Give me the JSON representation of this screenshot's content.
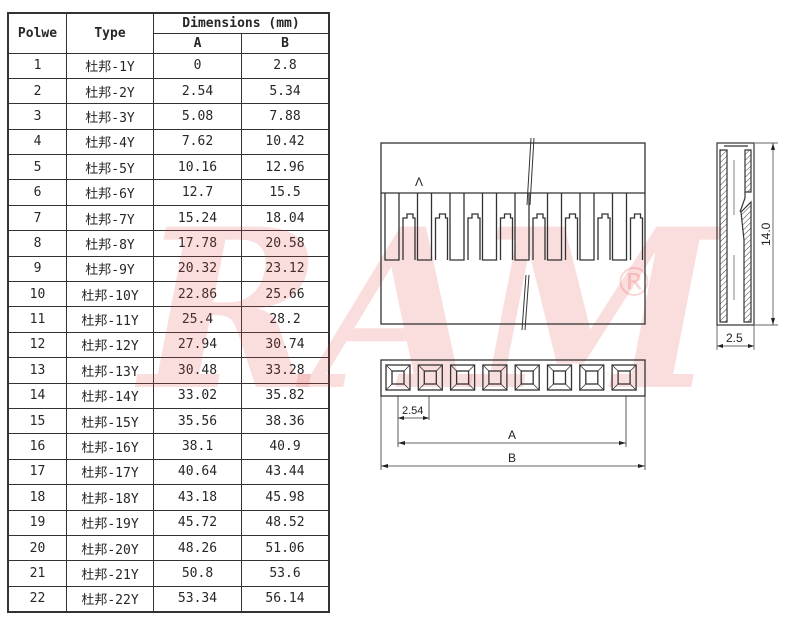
{
  "table": {
    "headers": {
      "pole": "Polwe",
      "type": "Type",
      "dimensions": "Dimensions (mm)",
      "a": "A",
      "b": "B"
    },
    "rows": [
      {
        "pole": "1",
        "type": "杜邦-1Y",
        "a": "0",
        "b": "2.8"
      },
      {
        "pole": "2",
        "type": "杜邦-2Y",
        "a": "2.54",
        "b": "5.34"
      },
      {
        "pole": "3",
        "type": "杜邦-3Y",
        "a": "5.08",
        "b": "7.88"
      },
      {
        "pole": "4",
        "type": "杜邦-4Y",
        "a": "7.62",
        "b": "10.42"
      },
      {
        "pole": "5",
        "type": "杜邦-5Y",
        "a": "10.16",
        "b": "12.96"
      },
      {
        "pole": "6",
        "type": "杜邦-6Y",
        "a": "12.7",
        "b": "15.5"
      },
      {
        "pole": "7",
        "type": "杜邦-7Y",
        "a": "15.24",
        "b": "18.04"
      },
      {
        "pole": "8",
        "type": "杜邦-8Y",
        "a": "17.78",
        "b": "20.58"
      },
      {
        "pole": "9",
        "type": "杜邦-9Y",
        "a": "20.32",
        "b": "23.12"
      },
      {
        "pole": "10",
        "type": "杜邦-10Y",
        "a": "22.86",
        "b": "25.66"
      },
      {
        "pole": "11",
        "type": "杜邦-11Y",
        "a": "25.4",
        "b": "28.2"
      },
      {
        "pole": "12",
        "type": "杜邦-12Y",
        "a": "27.94",
        "b": "30.74"
      },
      {
        "pole": "13",
        "type": "杜邦-13Y",
        "a": "30.48",
        "b": "33.28"
      },
      {
        "pole": "14",
        "type": "杜邦-14Y",
        "a": "33.02",
        "b": "35.82"
      },
      {
        "pole": "15",
        "type": "杜邦-15Y",
        "a": "35.56",
        "b": "38.36"
      },
      {
        "pole": "16",
        "type": "杜邦-16Y",
        "a": "38.1",
        "b": "40.9"
      },
      {
        "pole": "17",
        "type": "杜邦-17Y",
        "a": "40.64",
        "b": "43.44"
      },
      {
        "pole": "18",
        "type": "杜邦-18Y",
        "a": "43.18",
        "b": "45.98"
      },
      {
        "pole": "19",
        "type": "杜邦-19Y",
        "a": "45.72",
        "b": "48.52"
      },
      {
        "pole": "20",
        "type": "杜邦-20Y",
        "a": "48.26",
        "b": "51.06"
      },
      {
        "pole": "21",
        "type": "杜邦-21Y",
        "a": "50.8",
        "b": "53.6"
      },
      {
        "pole": "22",
        "type": "杜邦-22Y",
        "a": "53.34",
        "b": "56.14"
      }
    ]
  },
  "drawing": {
    "front_view_marker": "Λ",
    "pitch_label": "2.54",
    "dim_a_label": "A",
    "dim_b_label": "B",
    "height_label": "14.0",
    "width_label": "2.5",
    "pin_count_shown": 8
  },
  "watermark": {
    "text": "RAM",
    "symbol": "®",
    "color": "#e64646"
  }
}
